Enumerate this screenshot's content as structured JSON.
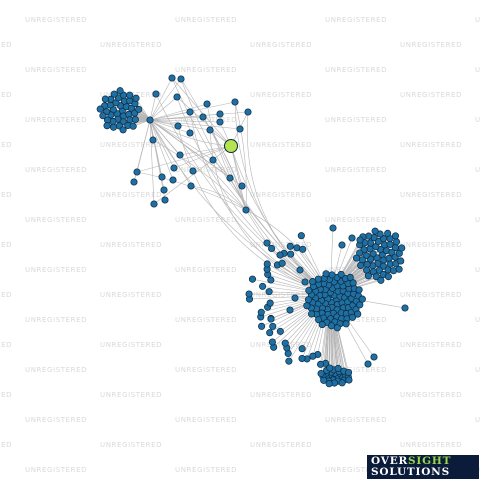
{
  "watermark": {
    "text": "UNREGISTERED"
  },
  "logo": {
    "line1_part1": "OVER",
    "line1_part2": "SIGHT",
    "line2": "SOLUTIONS"
  },
  "colors": {
    "background": "#ffffff",
    "node_fill": "#1f6fa3",
    "node_stroke": "#0a2a40",
    "highlight_node": "#b6e34f",
    "edge": "#b5b5b5",
    "watermark": "#d9d9d9",
    "logo_bg": "#0b1b3a",
    "logo_accent": "#9cd64a"
  },
  "graph": {
    "type": "network",
    "highlighted_node_count": 1
  }
}
